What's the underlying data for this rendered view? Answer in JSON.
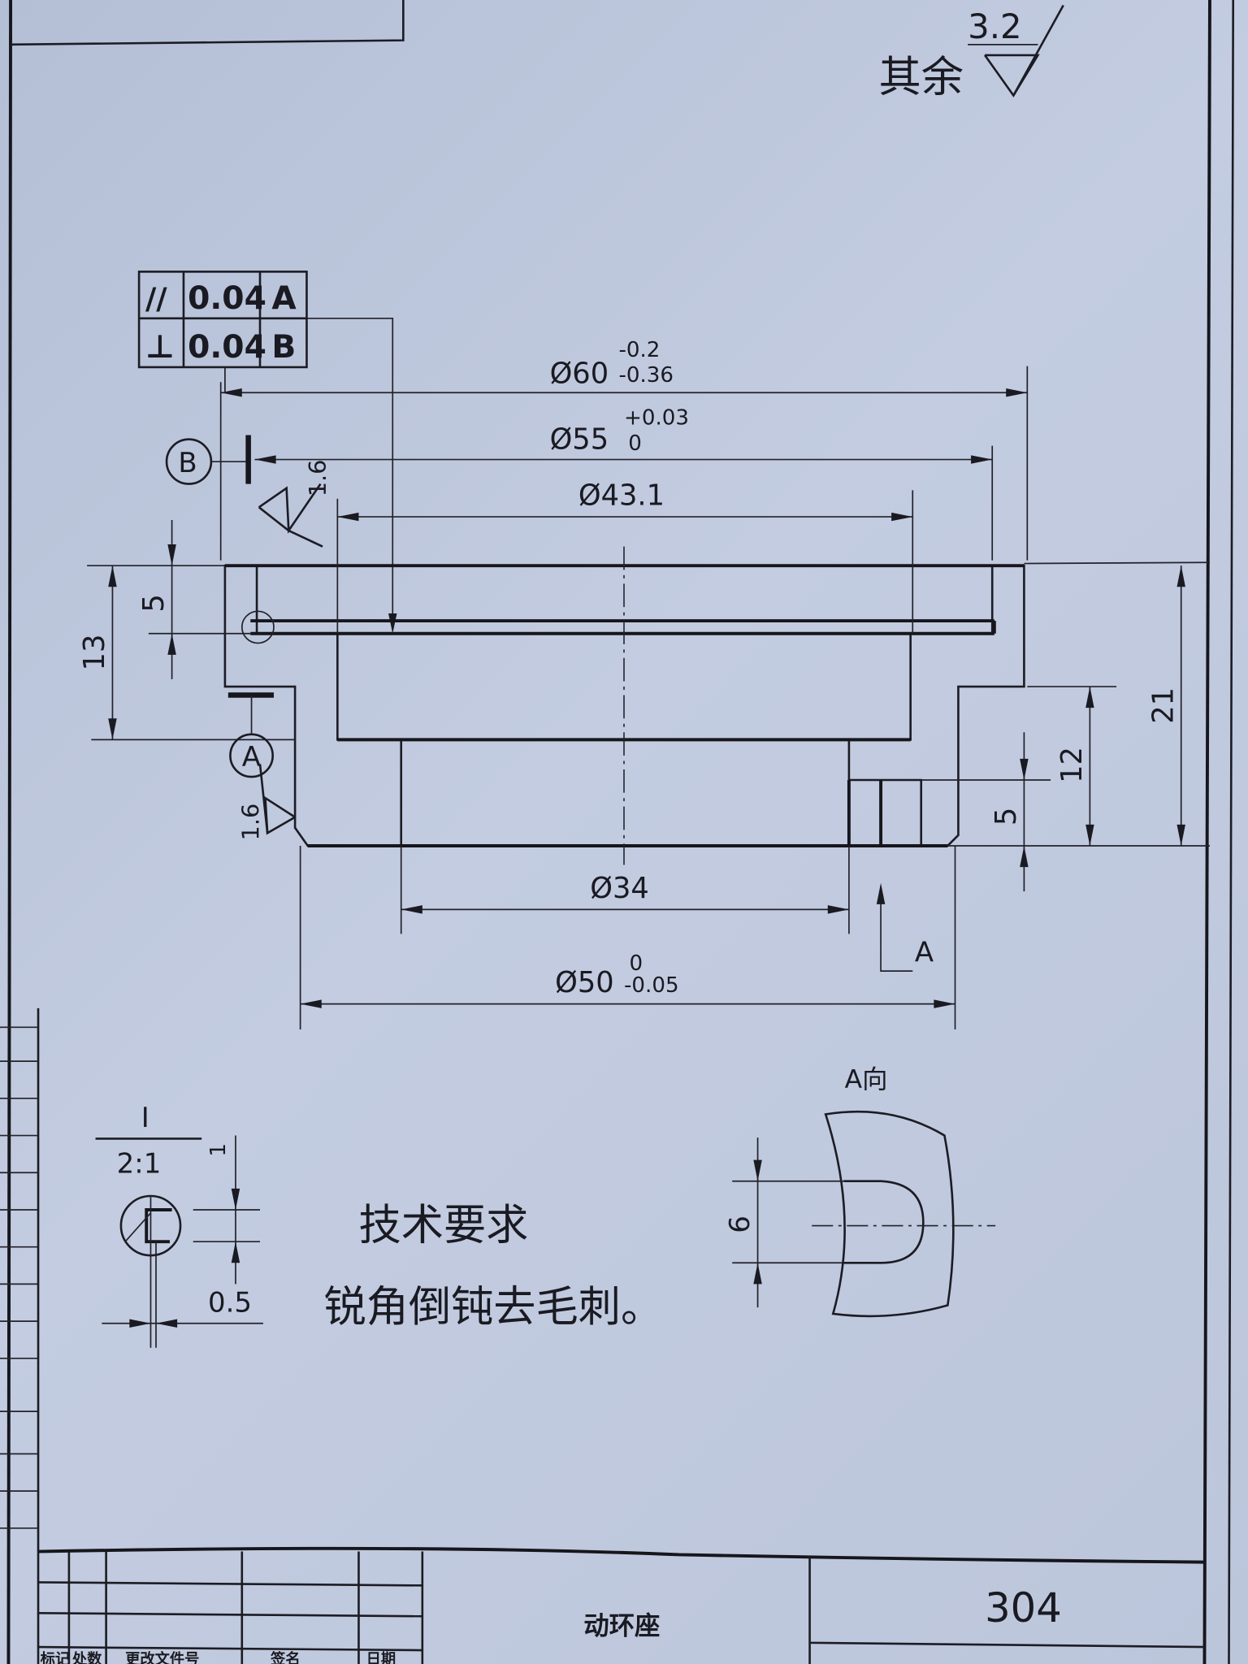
{
  "top_note": {
    "prefix": "其余",
    "roughness": "3.2"
  },
  "feature_control_frame": [
    {
      "symbol": "//",
      "tolerance": "0.04",
      "datum": "A"
    },
    {
      "symbol": "⊥",
      "tolerance": "0.04",
      "datum": "B"
    }
  ],
  "datums": {
    "a": "A",
    "b": "B"
  },
  "dimensions": {
    "d60": {
      "nominal": "Ø60",
      "upper": "-0.2",
      "lower": "-0.36"
    },
    "d55": {
      "nominal": "Ø55",
      "upper": "+0.03",
      "lower": "0"
    },
    "d43": {
      "nominal": "Ø43.1"
    },
    "d34": {
      "nominal": "Ø34"
    },
    "d50": {
      "nominal": "Ø50",
      "upper": "0",
      "lower": "-0.05"
    },
    "h13": "13",
    "h5_left": "5",
    "h21": "21",
    "h12": "12",
    "h5_right": "5",
    "roughness_top": "1.6",
    "roughness_bottom": "1.6"
  },
  "section_arrow": {
    "label": "A"
  },
  "detail": {
    "label": "I",
    "scale": "2:1",
    "dim_1": "1",
    "dim_05": "0.5"
  },
  "view_a": {
    "label": "A向",
    "dim": "6"
  },
  "technical_requirements": {
    "title": "技术要求",
    "text": "锐角倒钝去毛刺。"
  },
  "title_block": {
    "part_name": "动环座",
    "drawing_number": "304",
    "headers": [
      "标记",
      "处数",
      "更改文件号",
      "签名",
      "日期"
    ]
  }
}
